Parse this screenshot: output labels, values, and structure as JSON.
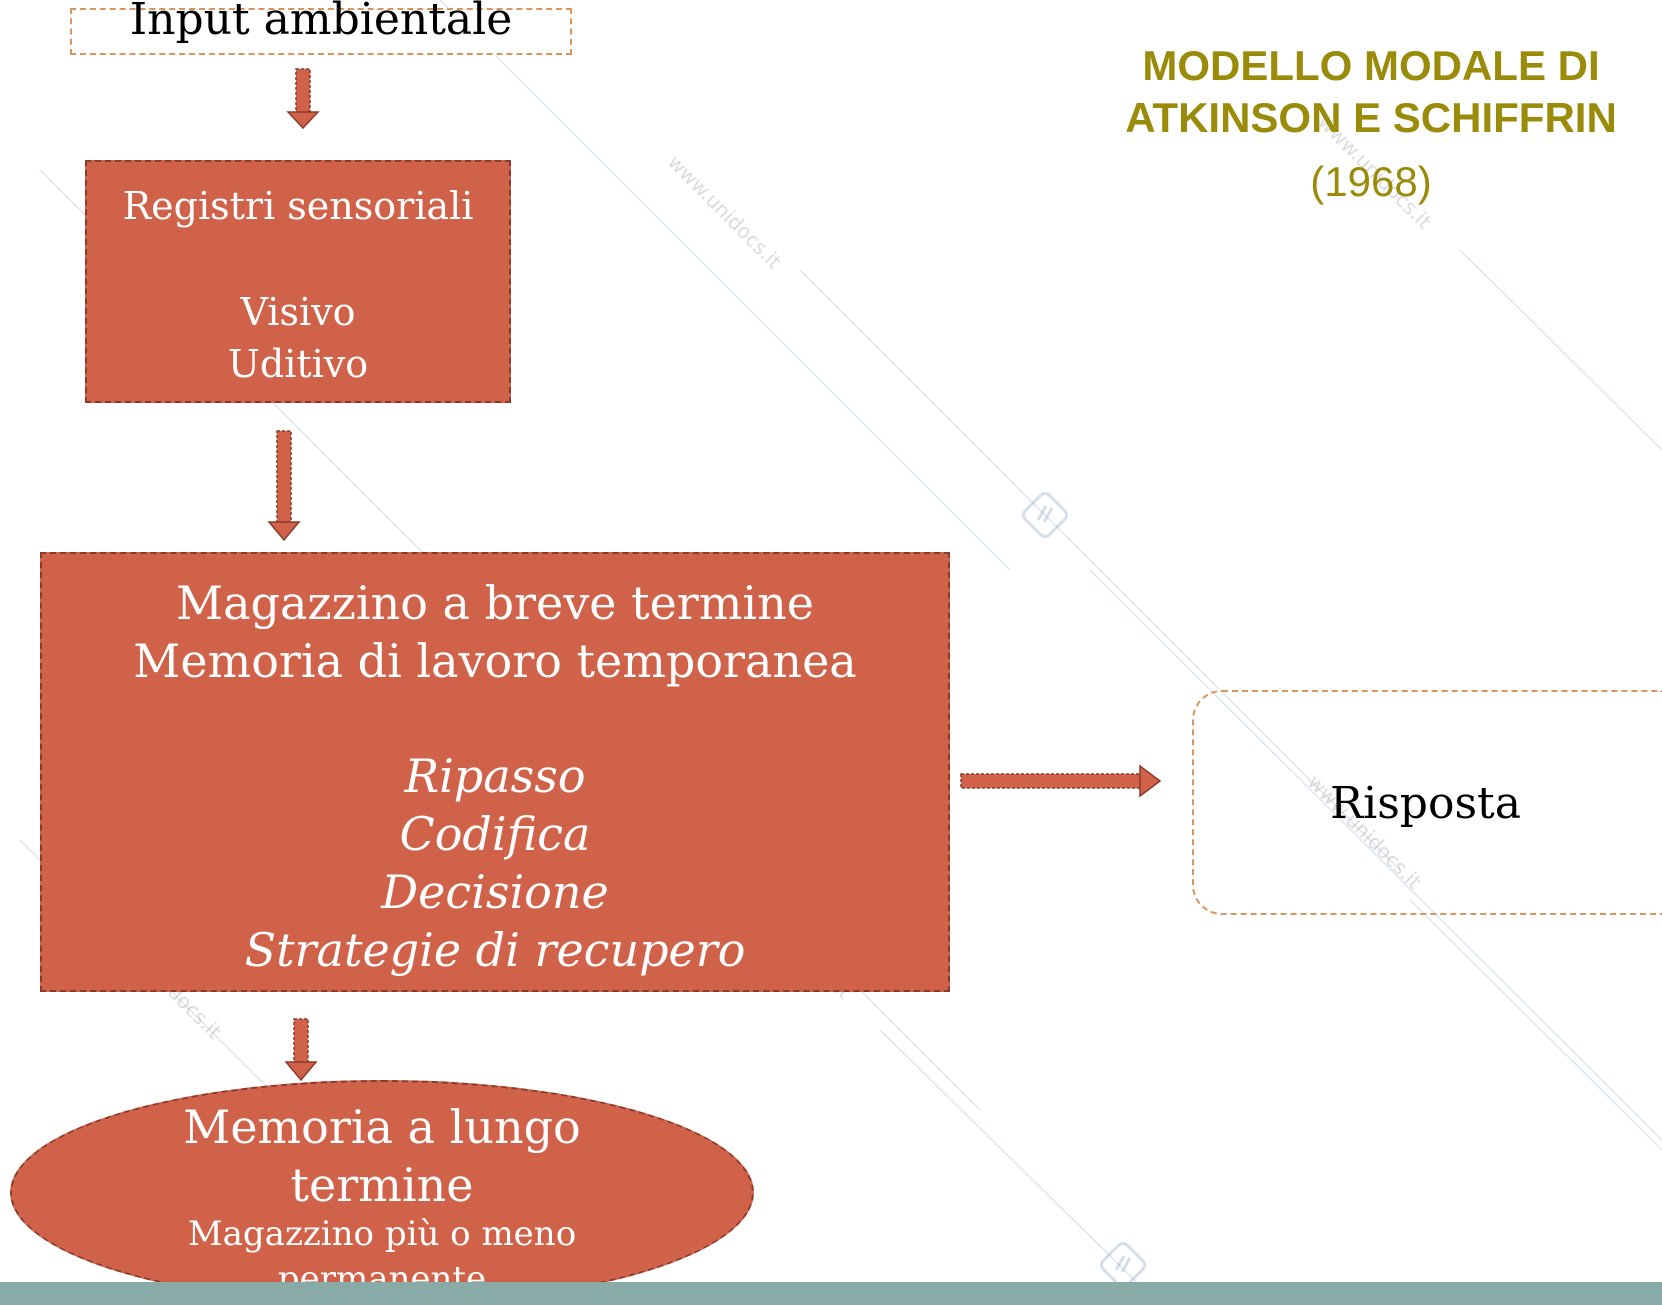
{
  "title": {
    "line1": "MODELLO MODALE DI",
    "line2": "ATKINSON E SCHIFFRIN",
    "year": "(1968)"
  },
  "nodes": {
    "input": "Input ambientale",
    "sensory": {
      "title": "Registri sensoriali",
      "items": [
        "Visivo",
        "Uditivo"
      ]
    },
    "stm": {
      "line1": "Magazzino a breve termine",
      "line2": "Memoria di lavoro temporanea",
      "processes": [
        "Ripasso",
        "Codifica",
        "Decisione",
        "Strategie di recupero"
      ]
    },
    "ltm": {
      "line1": "Memoria a lungo",
      "line2": "termine",
      "sub1": "Magazzino più o meno",
      "sub2": "permanente"
    },
    "response": "Risposta"
  },
  "watermark": {
    "text": "www.unidocs.it"
  },
  "colors": {
    "box_fill": "#d0624a",
    "box_border": "#8a3a2b",
    "title": "#9a8c0a",
    "dashed_outline": "#d8955c",
    "footer": "#89aba8"
  }
}
